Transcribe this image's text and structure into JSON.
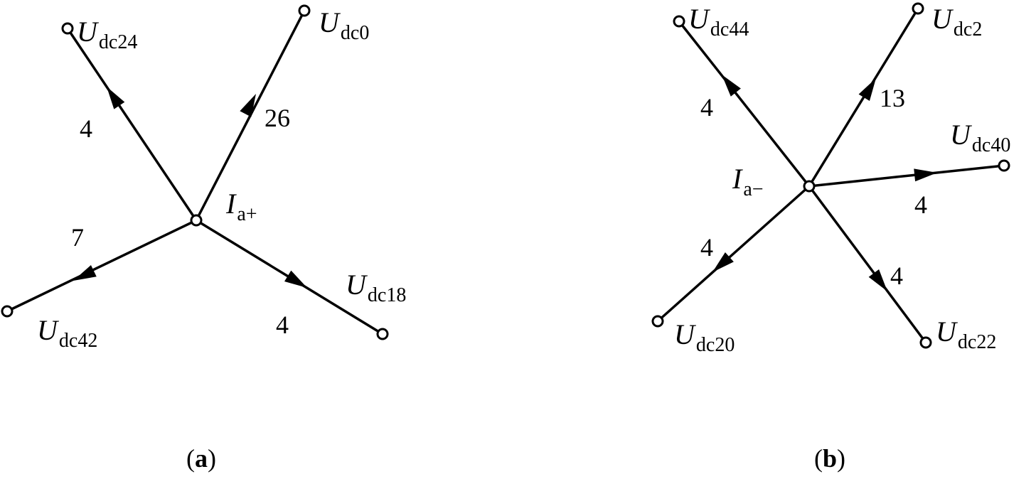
{
  "diagrams": [
    {
      "id": "a",
      "caption": {
        "open": "(",
        "letter": "a",
        "close": ")"
      },
      "center": {
        "symbol": "I",
        "subscript": "a+"
      },
      "branches": [
        {
          "node": {
            "symbol": "U",
            "subscript": "dc24"
          },
          "weight": "4",
          "direction": "outward"
        },
        {
          "node": {
            "symbol": "U",
            "subscript": "dc0"
          },
          "weight": "26",
          "direction": "outward"
        },
        {
          "node": {
            "symbol": "U",
            "subscript": "dc42"
          },
          "weight": "7",
          "direction": "outward"
        },
        {
          "node": {
            "symbol": "U",
            "subscript": "dc18"
          },
          "weight": "4",
          "direction": "outward"
        }
      ]
    },
    {
      "id": "b",
      "caption": {
        "open": "(",
        "letter": "b",
        "close": ")"
      },
      "center": {
        "symbol": "I",
        "subscript": "a−"
      },
      "branches": [
        {
          "node": {
            "symbol": "U",
            "subscript": "dc44"
          },
          "weight": "4",
          "direction": "outward"
        },
        {
          "node": {
            "symbol": "U",
            "subscript": "dc2"
          },
          "weight": "13",
          "direction": "outward"
        },
        {
          "node": {
            "symbol": "U",
            "subscript": "dc40"
          },
          "weight": "4",
          "direction": "outward"
        },
        {
          "node": {
            "symbol": "U",
            "subscript": "dc20"
          },
          "weight": "4",
          "direction": "outward"
        },
        {
          "node": {
            "symbol": "U",
            "subscript": "dc22"
          },
          "weight": "4",
          "direction": "outward"
        }
      ]
    }
  ]
}
